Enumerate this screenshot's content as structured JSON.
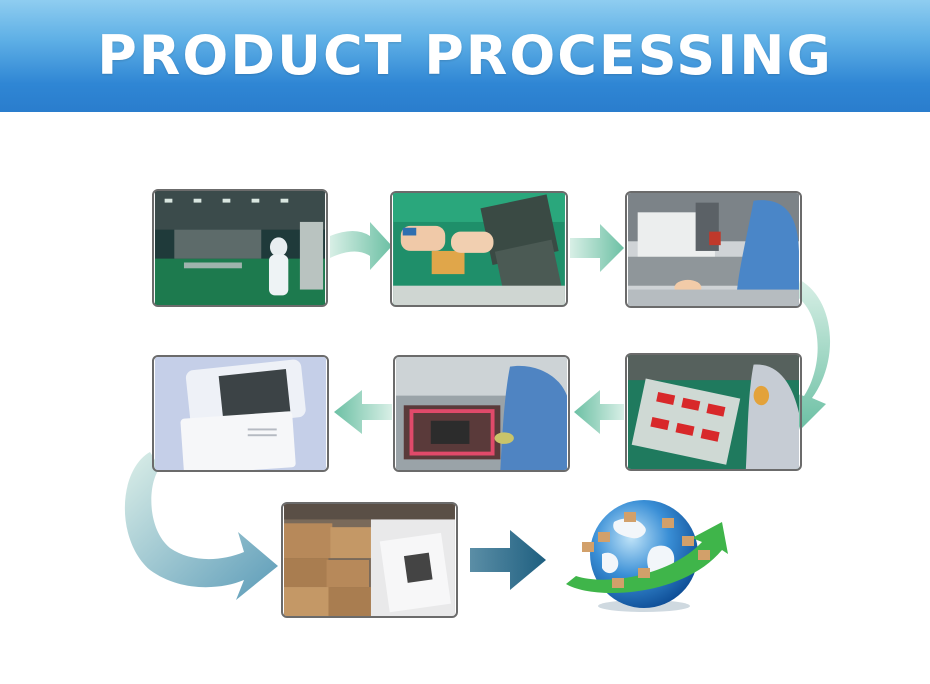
{
  "header": {
    "title": "PRODUCT PROCESSING",
    "background_colors": [
      "#8fcdf0",
      "#2a7dcd"
    ]
  },
  "process_steps": [
    {
      "icon": "clean-room-factory-image"
    },
    {
      "icon": "circuit-assembly-image"
    },
    {
      "icon": "dispensing-machine-image"
    },
    {
      "icon": "production-line-image"
    },
    {
      "icon": "screen-lamination-image"
    },
    {
      "icon": "finished-screen-image"
    },
    {
      "icon": "packaged-boxes-image"
    },
    {
      "icon": "global-shipping-globe-icon"
    }
  ],
  "arrow_colors": {
    "flow": "#8fd3b8",
    "shipping": "#2c6f8e"
  }
}
